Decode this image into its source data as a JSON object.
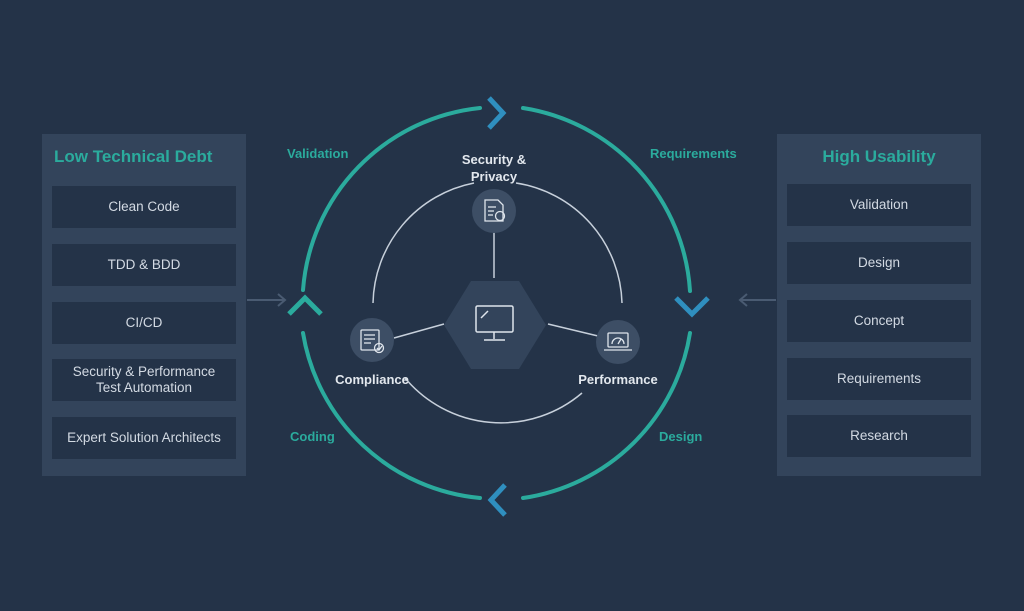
{
  "left_panel": {
    "title": "Low Technical Debt",
    "items": [
      "Clean Code",
      "TDD & BDD",
      "CI/CD",
      "Security & Performance\nTest Automation",
      "Expert Solution Architects"
    ]
  },
  "right_panel": {
    "title": "High Usability",
    "items": [
      "Validation",
      "Design",
      "Concept",
      "Requirements",
      "Research"
    ]
  },
  "cycle_labels": {
    "validation": "Validation",
    "requirements": "Requirements",
    "coding": "Coding",
    "design": "Design"
  },
  "nodes": {
    "security": "Security &\nPrivacy",
    "compliance": "Compliance",
    "performance": "Performance"
  },
  "colors": {
    "background": "#243348",
    "panel": "#33445b",
    "accent": "#2bab9d",
    "arrow_blue": "#2f8fbf"
  },
  "icons": {
    "center": "monitor-icon",
    "security": "secure-document-icon",
    "compliance": "checklist-icon",
    "performance": "laptop-gauge-icon"
  }
}
